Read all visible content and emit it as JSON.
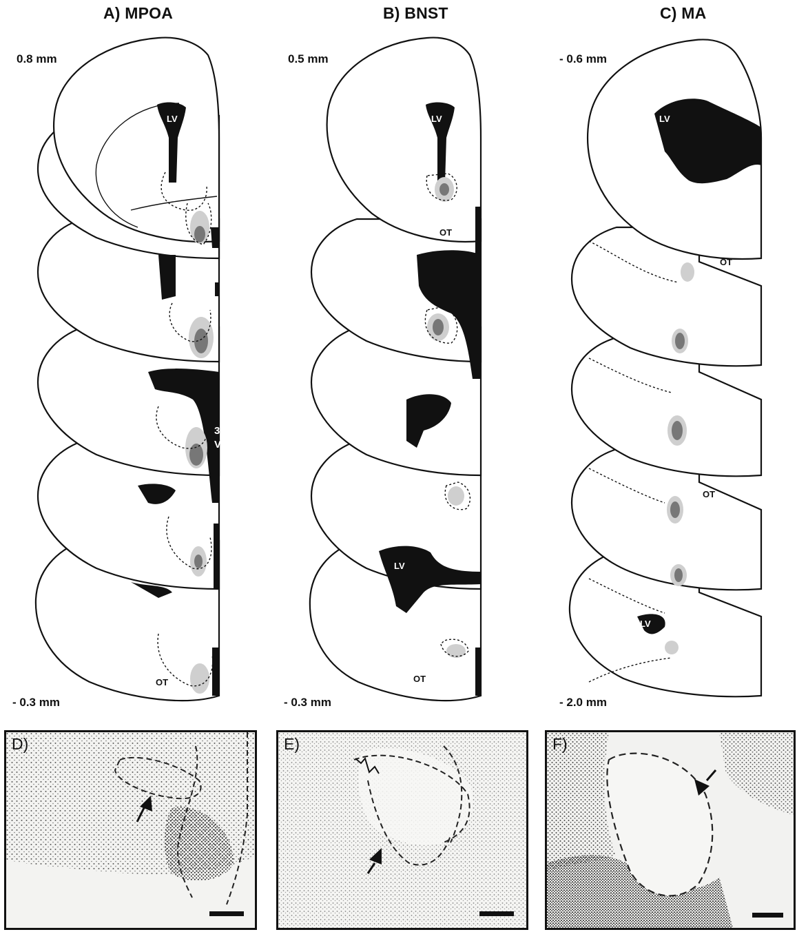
{
  "columns": [
    {
      "title": "A) MPOA",
      "level_top": "0.8 mm",
      "level_bottom": "- 0.3 mm"
    },
    {
      "title": "B) BNST",
      "level_top": "0.5 mm",
      "level_bottom": "- 0.3 mm"
    },
    {
      "title": "C) MA",
      "level_top": "- 0.6 mm",
      "level_bottom": "- 2.0 mm"
    }
  ],
  "atlas_labels": {
    "lv": "LV",
    "ot": "OT",
    "third_ventricle_a": "3",
    "third_ventricle_b": "V"
  },
  "micrographs": [
    {
      "label": "D)"
    },
    {
      "label": "E)"
    },
    {
      "label": "F)"
    }
  ],
  "colors": {
    "ink": "#111111",
    "lesion_core": "#777777",
    "lesion_halo": "#cfcfcf",
    "tissue_bg": "#f3f3f1"
  }
}
